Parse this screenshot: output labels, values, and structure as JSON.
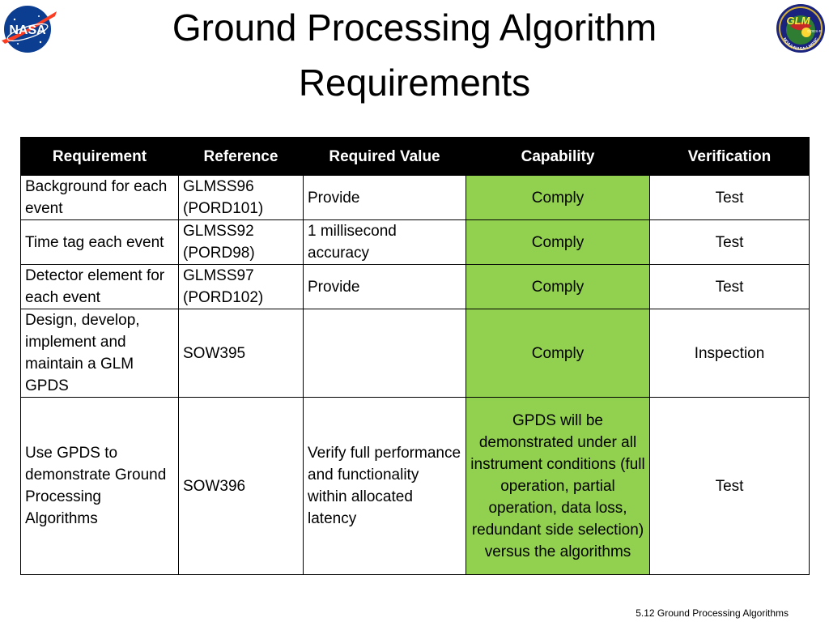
{
  "title": "Ground Processing Algorithm Requirements",
  "logos": {
    "left": "NASA",
    "right_main": "GLM",
    "right_small": "GOES-R",
    "right_ring": "NOAA•NASA•LMSSC"
  },
  "headers": [
    "Requirement",
    "Reference",
    "Required Value",
    "Capability",
    "Verification"
  ],
  "rows": [
    {
      "requirement": "Background for each event",
      "reference": "GLMSS96 (PORD101)",
      "required_value": "Provide",
      "capability": "Comply",
      "verification": "Test"
    },
    {
      "requirement": "Time tag each event",
      "reference": "GLMSS92 (PORD98)",
      "required_value": "1 millisecond accuracy",
      "capability": "Comply",
      "verification": "Test"
    },
    {
      "requirement": "Detector element for each event",
      "reference": "GLMSS97 (PORD102)",
      "required_value": "Provide",
      "capability": "Comply",
      "verification": "Test"
    },
    {
      "requirement": "Design, develop, implement and maintain a GLM GPDS",
      "reference": "SOW395",
      "required_value": "",
      "capability": "Comply",
      "verification": "Inspection"
    },
    {
      "requirement": "Use GPDS to demonstrate Ground Processing Algorithms",
      "reference": "SOW396",
      "required_value": "Verify full performance and functionality within allocated latency",
      "capability": "GPDS will be demonstrated under all instrument conditions (full operation, partial operation, data loss, redundant side selection) versus the algorithms",
      "verification": "Test"
    }
  ],
  "footer": "5.12 Ground Processing Algorithms",
  "colors": {
    "header_bg": "#000000",
    "comply_bg": "#92d050",
    "nasa_blue": "#0b3d91",
    "nasa_red": "#fc3d21"
  }
}
